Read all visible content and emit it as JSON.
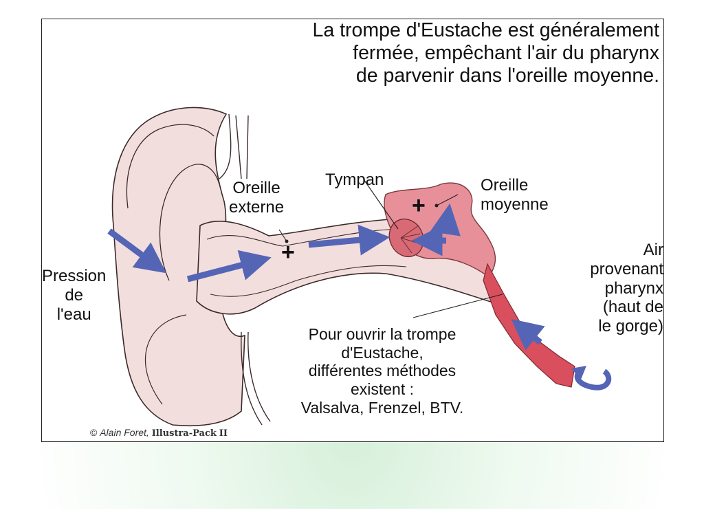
{
  "title_lines": [
    "La trompe d'Eustache est généralement",
    "fermée, empêchant l'air du pharynx",
    "de parvenir dans l'oreille moyenne."
  ],
  "labels": {
    "oreille_externe": [
      "Oreille",
      "externe"
    ],
    "tympan": "Tympan",
    "oreille_moyenne": [
      "Oreille",
      "moyenne"
    ],
    "pression": [
      "Pression",
      "de",
      "l'eau"
    ],
    "air": [
      "Air",
      "provenant",
      "pharynx",
      "(haut de",
      "le gorge)"
    ],
    "methodes": [
      "Pour ouvrir la trompe",
      "d'Eustache,",
      "différentes méthodes",
      "existent :",
      "Valsalva, Frenzel, BTV."
    ]
  },
  "plus_sign": "+",
  "credit": {
    "symbol": "©",
    "author": "Alain Foret,",
    "brand": "Illustra-Pack",
    "numeral": "II"
  },
  "colors": {
    "ear_fill": "#f3dede",
    "middle_ear_fill": "#e8909a",
    "eustachian_tube": "#d94f5e",
    "arrow_blue": "#5565b5",
    "outline": "#3a2a2a",
    "glow_green": "#d6f0da"
  }
}
